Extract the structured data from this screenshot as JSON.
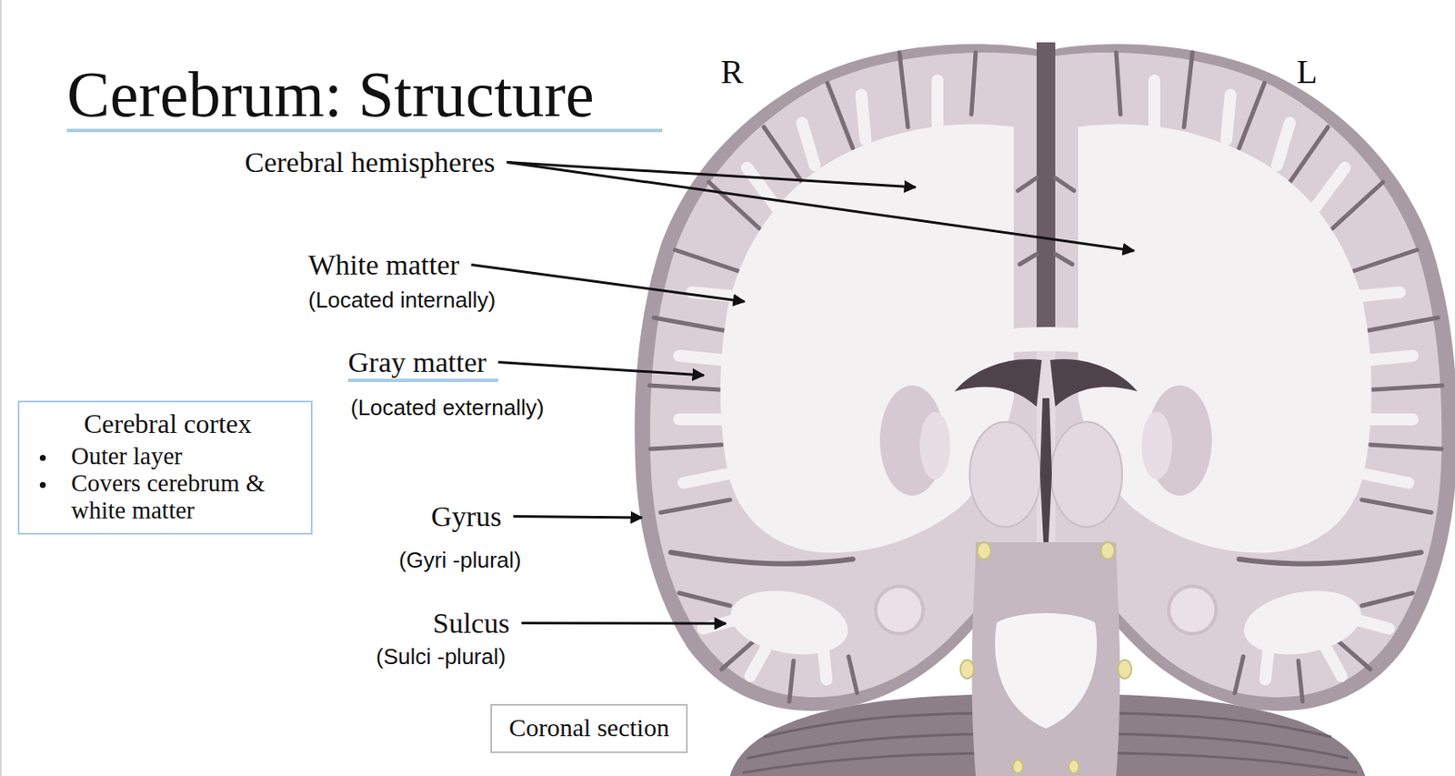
{
  "diagram": {
    "title": "Cerebrum: Structure",
    "nodes": [
      {
        "text": [
          "Cerebral cortex",
          "Outer layer",
          "Covers cerebrum & white matter"
        ]
      },
      {
        "text": [
          "Coronal section"
        ]
      }
    ],
    "labels": [
      "R",
      "L",
      "Cerebral hemispheres",
      "White matter",
      "(Located internally)",
      "Gray matter",
      "(Located externally)",
      "Gyrus",
      "(Gyri -plural)",
      "Sulcus",
      "(Sulci -plural)"
    ]
  }
}
